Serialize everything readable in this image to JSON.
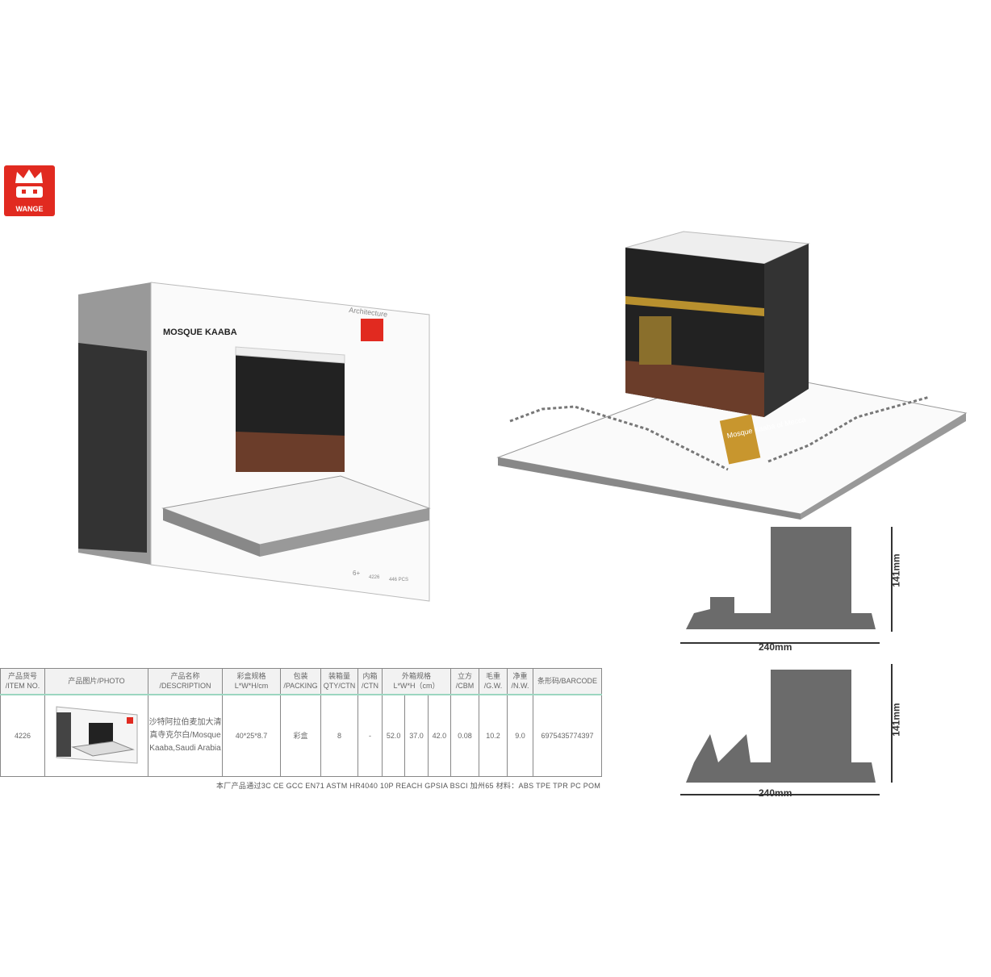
{
  "brand": {
    "name": "WANGE",
    "color": "#e12a20"
  },
  "box": {
    "title": "MOSQUE KAABA",
    "series": "Architecture",
    "age": "6+",
    "item": "4226",
    "pcs": "446 PCS"
  },
  "plaque": "Mosque Kaaba of Mecca",
  "dimensions": {
    "height": "141mm",
    "width": "240mm"
  },
  "table": {
    "headers": [
      "产品货号\n/ITEM NO.",
      "产品图片/PHOTO",
      "产品名称\n/DESCRIPTION",
      "彩盒规格\nL*W*H/cm",
      "包装\n/PACKING",
      "装箱量\nQTY/CTN",
      "内箱\n/CTN",
      "外箱规格\nL*W*H（cm）",
      "立方\n/CBM",
      "毛重\n/G.W.",
      "净重\n/N.W.",
      "条形码/BARCODE"
    ],
    "row": {
      "item_no": "4226",
      "description": "沙特阿拉伯麦加大清真寺克尔白/Mosque Kaaba,Saudi Arabia",
      "box_size": "40*25*8.7",
      "packing": "彩盒",
      "qty": "8",
      "inner": "-",
      "l": "52.0",
      "w": "37.0",
      "h": "42.0",
      "cbm": "0.08",
      "gw": "10.2",
      "nw": "9.0",
      "barcode": "6975435774397"
    },
    "footer": "本厂产品通过3C  CE  GCC  EN71  ASTM  HR4040 10P  REACH  GPSIA  BSCI  加州65   材料：ABS TPE TPR PC POM"
  }
}
